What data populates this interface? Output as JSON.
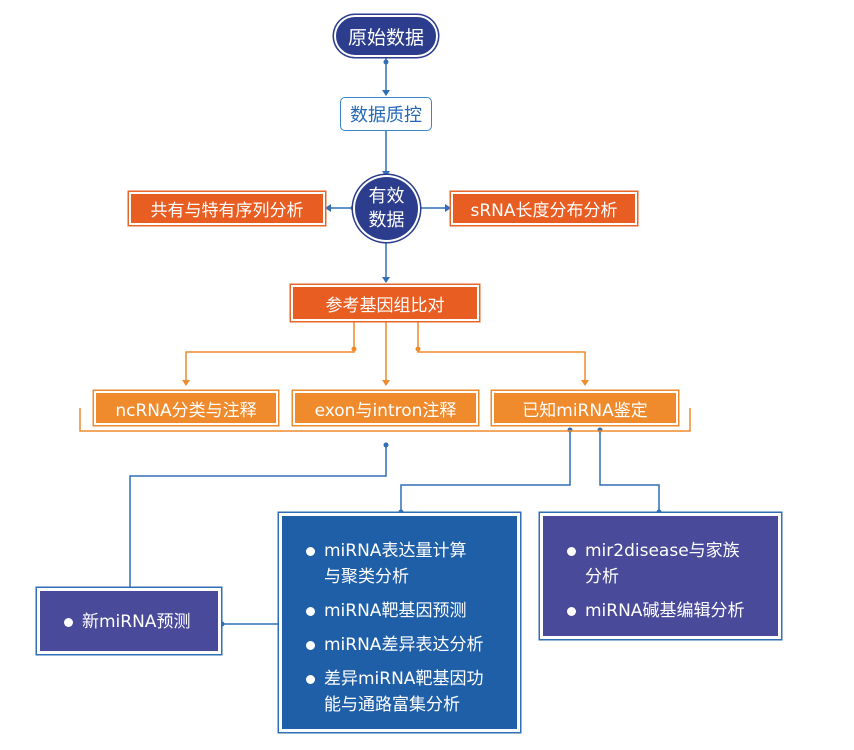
{
  "top": {
    "raw": "原始数据",
    "qc": "数据质控"
  },
  "center": {
    "line1": "有效",
    "line2": "数据"
  },
  "side": {
    "left": "共有与特有序列分析",
    "right": "sRNA长度分布分析"
  },
  "align": "参考基因组比对",
  "annot": {
    "a": "ncRNA分类与注释",
    "b": "exon与intron注释",
    "c": "已知miRNA鉴定"
  },
  "novel": "新miRNA预测",
  "blue_items": [
    {
      "l1": "miRNA表达量计算",
      "l2": "与聚类分析"
    },
    {
      "l1": "miRNA靶基因预测",
      "l2": ""
    },
    {
      "l1": "miRNA差异表达分析",
      "l2": ""
    },
    {
      "l1": "差异miRNA靶基因功",
      "l2": "能与通路富集分析"
    }
  ],
  "purple_items": [
    {
      "l1": "mir2disease与家族",
      "l2": "分析"
    },
    {
      "l1": "miRNA碱基编辑分析",
      "l2": ""
    }
  ],
  "colors": {
    "navy": "#2b3d8c",
    "blue_line": "#2f6fb5",
    "orange": "#e85d22",
    "orange_light": "#ef8a2d",
    "panel_blue": "#1f5fa8",
    "panel_purple": "#4a4a9a"
  }
}
